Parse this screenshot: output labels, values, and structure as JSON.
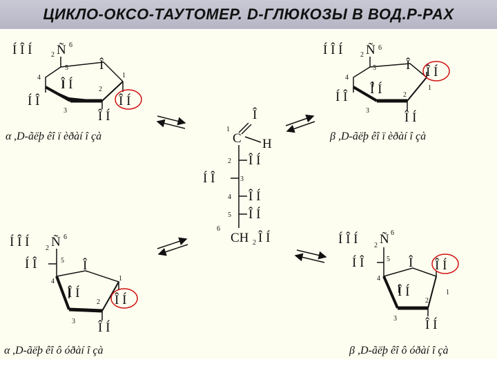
{
  "title": "ЦИКЛО-ОКСО-ТАУТОМЕР. D-ГЛЮКОЗЫ В ВОД.Р-РАХ",
  "groups": {
    "hoh2c": "Í Î Í",
    "sub_2": "2",
    "c_tilde": "Ñ",
    "o": "Î",
    "ho": "Í Î",
    "oh": "Î Í",
    "h": "H",
    "c": "C",
    "ch2": "CH",
    "n1": "1",
    "n2": "2",
    "n3": "3",
    "n4": "4",
    "n5": "5",
    "n6": "6"
  },
  "captions": {
    "alpha_pyranose": ",D-ãëþ êî ï èðàí î çà",
    "beta_pyranose": ",D-ãëþ êî ï èðàí î çà",
    "alpha_furanose": ",D-ãëþ êî ô óðàí î çà",
    "beta_furanose": ",D-ãëþ êî ô óðàí î çà",
    "alpha_symbol": "α",
    "beta_symbol": "β"
  },
  "colors": {
    "highlight": "#d01010",
    "ink": "#111111",
    "panel": "#fefef0"
  }
}
